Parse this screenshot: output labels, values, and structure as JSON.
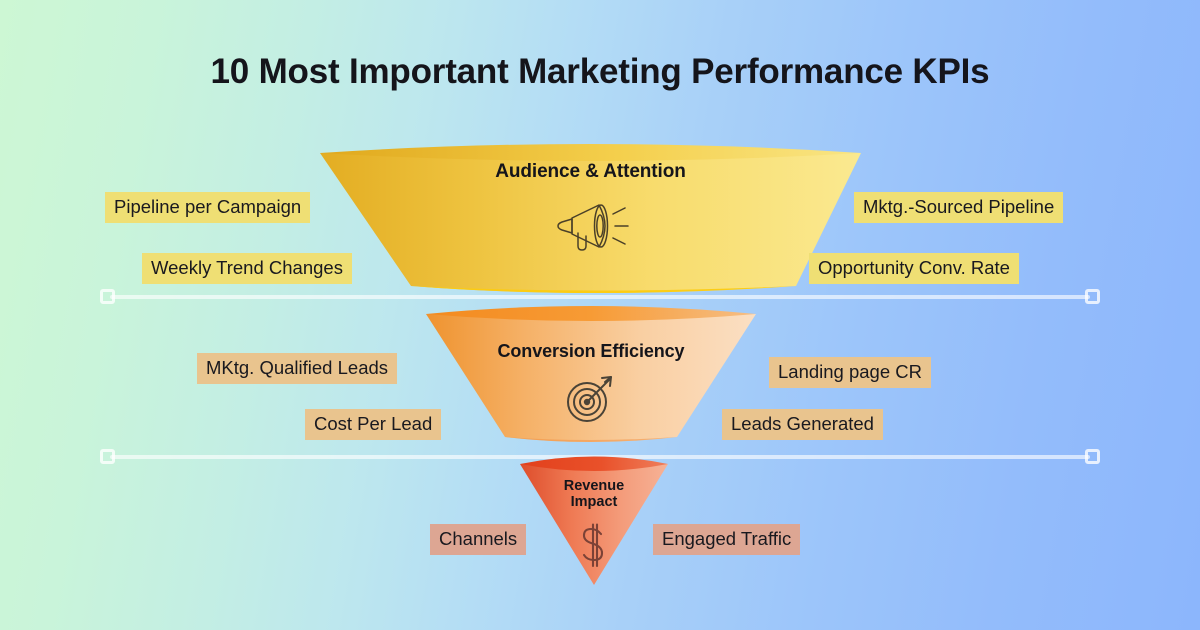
{
  "page": {
    "title": "10 Most Important Marketing Performance KPIs"
  },
  "colors": {
    "background_left": "#cdf7d4",
    "background_right": "#8cb6fc",
    "tier1_dark": "#e8b52a",
    "tier1_light": "#fbe47f",
    "tier1_rim": "#fcd61a",
    "tier2_dark": "#f0902c",
    "tier2_light": "#f9dcbc",
    "tier2_rim": "#f68a23",
    "tier3_dark": "#e04a2a",
    "tier3_light": "#f6a98c",
    "tier3_rim": "#e2401c",
    "chip_gold": "#efdf74",
    "chip_tan": "#e9c48e",
    "chip_salmon": "#dda693",
    "text": "#15151b",
    "divider": "#ffffff"
  },
  "funnel": {
    "tiers": [
      {
        "id": "tier-1",
        "label": "Audience & Attention",
        "icon": "megaphone-icon",
        "chips": [
          {
            "id": "pipeline-per-campaign",
            "label": "Pipeline per Campaign",
            "side": "left",
            "style": "gold"
          },
          {
            "id": "weekly-trend-changes",
            "label": "Weekly Trend Changes",
            "side": "left",
            "style": "gold"
          },
          {
            "id": "mktg-sourced-pipeline",
            "label": "Mktg.-Sourced Pipeline",
            "side": "right",
            "style": "gold"
          },
          {
            "id": "opportunity-conv-rate",
            "label": "Opportunity Conv. Rate",
            "side": "right",
            "style": "gold"
          }
        ]
      },
      {
        "id": "tier-2",
        "label": "Conversion Efficiency",
        "icon": "target-arrow-icon",
        "chips": [
          {
            "id": "mktg-qualified-leads",
            "label": "MKtg. Qualified Leads",
            "side": "left",
            "style": "tan"
          },
          {
            "id": "cost-per-lead",
            "label": "Cost Per Lead",
            "side": "left",
            "style": "tan"
          },
          {
            "id": "landing-page-cr",
            "label": "Landing page CR",
            "side": "right",
            "style": "tan"
          },
          {
            "id": "leads-generated",
            "label": "Leads Generated",
            "side": "right",
            "style": "tan"
          }
        ]
      },
      {
        "id": "tier-3",
        "label_line1": "Revenue",
        "label_line2": "Impact",
        "icon": "dollar-sign-icon",
        "chips": [
          {
            "id": "channels",
            "label": "Channels",
            "side": "left",
            "style": "salmon"
          },
          {
            "id": "engaged-traffic",
            "label": "Engaged Traffic",
            "side": "right",
            "style": "salmon"
          }
        ]
      }
    ]
  },
  "dividers": [
    {
      "id": "divider-1",
      "handles": 2
    },
    {
      "id": "divider-2",
      "handles": 2
    }
  ]
}
